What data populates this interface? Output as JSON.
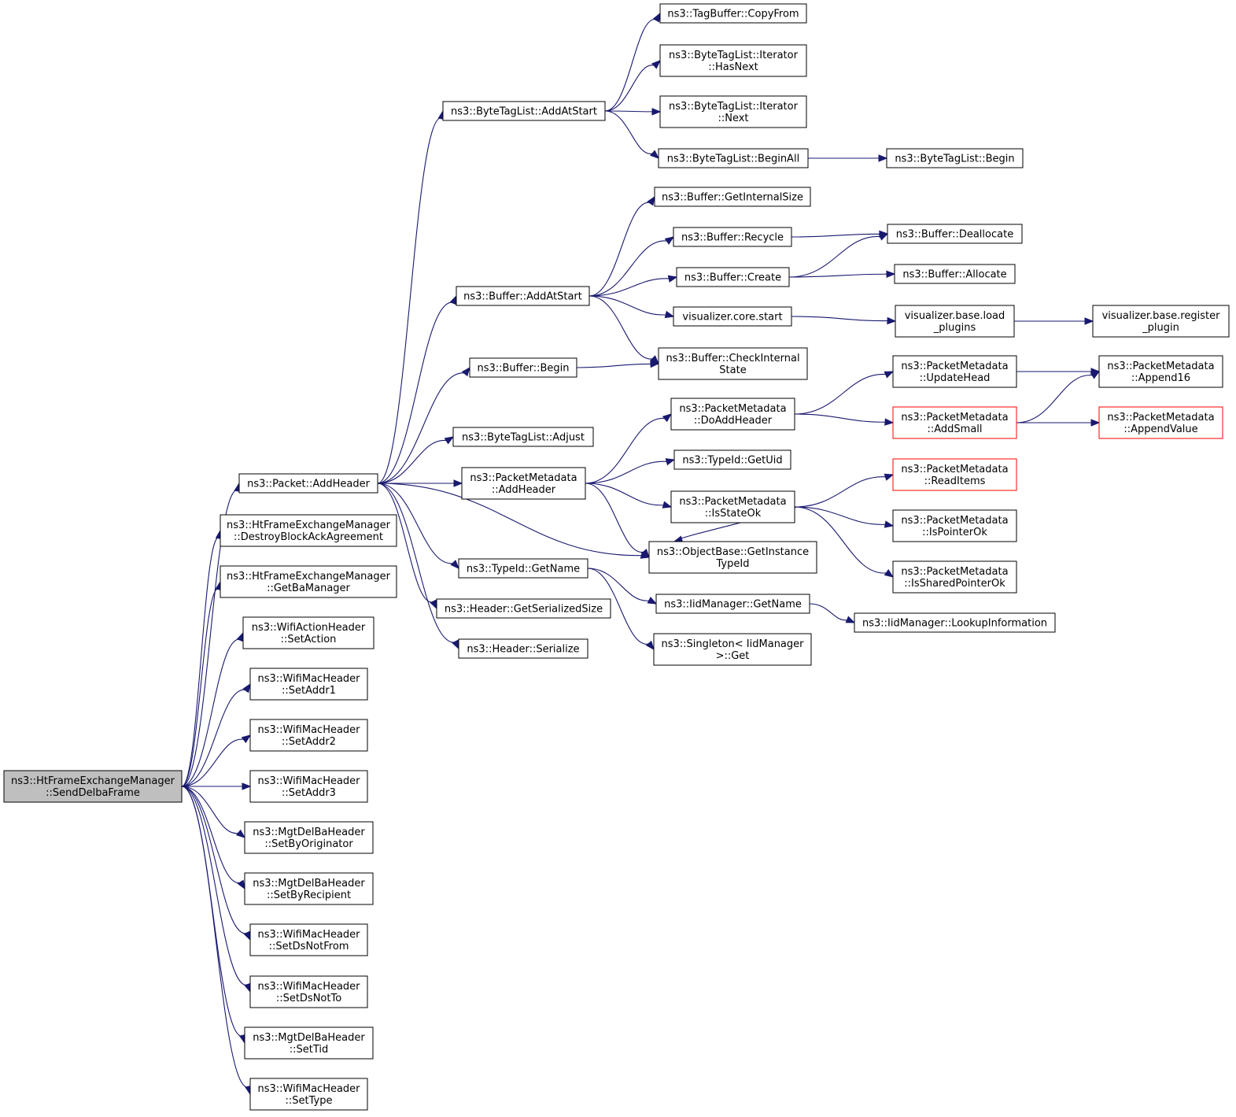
{
  "colors": {
    "edge": "#191970",
    "root_fill": "#bfbfbf",
    "truncated_border": "#ff0000",
    "node_border": "#000000"
  },
  "nodes": {
    "n0": {
      "lines": [
        "ns3::HtFrameExchangeManager",
        "::SendDelbaFrame"
      ],
      "kind": "root"
    },
    "n1": {
      "lines": [
        "ns3::Packet::AddHeader"
      ],
      "kind": "normal"
    },
    "n2": {
      "lines": [
        "ns3::HtFrameExchangeManager",
        "::DestroyBlockAckAgreement"
      ],
      "kind": "normal"
    },
    "n3": {
      "lines": [
        "ns3::HtFrameExchangeManager",
        "::GetBaManager"
      ],
      "kind": "normal"
    },
    "n4": {
      "lines": [
        "ns3::WifiActionHeader",
        "::SetAction"
      ],
      "kind": "normal"
    },
    "n5": {
      "lines": [
        "ns3::WifiMacHeader",
        "::SetAddr1"
      ],
      "kind": "normal"
    },
    "n6": {
      "lines": [
        "ns3::WifiMacHeader",
        "::SetAddr2"
      ],
      "kind": "normal"
    },
    "n7": {
      "lines": [
        "ns3::WifiMacHeader",
        "::SetAddr3"
      ],
      "kind": "normal"
    },
    "n8": {
      "lines": [
        "ns3::MgtDelBaHeader",
        "::SetByOriginator"
      ],
      "kind": "normal"
    },
    "n9": {
      "lines": [
        "ns3::MgtDelBaHeader",
        "::SetByRecipient"
      ],
      "kind": "normal"
    },
    "n10": {
      "lines": [
        "ns3::WifiMacHeader",
        "::SetDsNotFrom"
      ],
      "kind": "normal"
    },
    "n11": {
      "lines": [
        "ns3::WifiMacHeader",
        "::SetDsNotTo"
      ],
      "kind": "normal"
    },
    "n12": {
      "lines": [
        "ns3::MgtDelBaHeader",
        "::SetTid"
      ],
      "kind": "normal"
    },
    "n13": {
      "lines": [
        "ns3::WifiMacHeader",
        "::SetType"
      ],
      "kind": "normal"
    },
    "n14": {
      "lines": [
        "ns3::ByteTagList::AddAtStart"
      ],
      "kind": "normal"
    },
    "n15": {
      "lines": [
        "ns3::Buffer::AddAtStart"
      ],
      "kind": "normal"
    },
    "n16": {
      "lines": [
        "ns3::Buffer::Begin"
      ],
      "kind": "normal"
    },
    "n17": {
      "lines": [
        "ns3::ByteTagList::Adjust"
      ],
      "kind": "normal"
    },
    "n18": {
      "lines": [
        "ns3::PacketMetadata",
        "::AddHeader"
      ],
      "kind": "normal"
    },
    "n19": {
      "lines": [
        "ns3::TypeId::GetName"
      ],
      "kind": "normal"
    },
    "n20": {
      "lines": [
        "ns3::Header::GetSerializedSize"
      ],
      "kind": "normal"
    },
    "n21": {
      "lines": [
        "ns3::Header::Serialize"
      ],
      "kind": "normal"
    },
    "n22": {
      "lines": [
        "ns3::ObjectBase::GetInstance",
        "TypeId"
      ],
      "kind": "normal"
    },
    "n23": {
      "lines": [
        "ns3::TagBuffer::CopyFrom"
      ],
      "kind": "normal"
    },
    "n24": {
      "lines": [
        "ns3::ByteTagList::Iterator",
        "::HasNext"
      ],
      "kind": "normal"
    },
    "n25": {
      "lines": [
        "ns3::ByteTagList::Iterator",
        "::Next"
      ],
      "kind": "normal"
    },
    "n26": {
      "lines": [
        "ns3::ByteTagList::BeginAll"
      ],
      "kind": "normal"
    },
    "n27": {
      "lines": [
        "ns3::ByteTagList::Begin"
      ],
      "kind": "normal"
    },
    "n28": {
      "lines": [
        "ns3::Buffer::GetInternalSize"
      ],
      "kind": "normal"
    },
    "n29": {
      "lines": [
        "ns3::Buffer::Recycle"
      ],
      "kind": "normal"
    },
    "n30": {
      "lines": [
        "ns3::Buffer::Create"
      ],
      "kind": "normal"
    },
    "n31": {
      "lines": [
        "visualizer.core.start"
      ],
      "kind": "normal"
    },
    "n32": {
      "lines": [
        "ns3::Buffer::CheckInternal",
        "State"
      ],
      "kind": "normal"
    },
    "n33": {
      "lines": [
        "ns3::Buffer::Deallocate"
      ],
      "kind": "normal"
    },
    "n34": {
      "lines": [
        "ns3::Buffer::Allocate"
      ],
      "kind": "normal"
    },
    "n35": {
      "lines": [
        "visualizer.base.load",
        "_plugins"
      ],
      "kind": "normal"
    },
    "n36": {
      "lines": [
        "visualizer.base.register",
        "_plugin"
      ],
      "kind": "normal"
    },
    "n37": {
      "lines": [
        "ns3::PacketMetadata",
        "::DoAddHeader"
      ],
      "kind": "normal"
    },
    "n38": {
      "lines": [
        "ns3::TypeId::GetUid"
      ],
      "kind": "normal"
    },
    "n39": {
      "lines": [
        "ns3::PacketMetadata",
        "::IsStateOk"
      ],
      "kind": "normal"
    },
    "n40": {
      "lines": [
        "ns3::PacketMetadata",
        "::UpdateHead"
      ],
      "kind": "normal"
    },
    "n41": {
      "lines": [
        "ns3::PacketMetadata",
        "::AddSmall"
      ],
      "kind": "truncated"
    },
    "n42": {
      "lines": [
        "ns3::PacketMetadata",
        "::Append16"
      ],
      "kind": "normal"
    },
    "n43": {
      "lines": [
        "ns3::PacketMetadata",
        "::AppendValue"
      ],
      "kind": "truncated"
    },
    "n44": {
      "lines": [
        "ns3::PacketMetadata",
        "::ReadItems"
      ],
      "kind": "truncated"
    },
    "n45": {
      "lines": [
        "ns3::PacketMetadata",
        "::IsPointerOk"
      ],
      "kind": "normal"
    },
    "n46": {
      "lines": [
        "ns3::PacketMetadata",
        "::IsSharedPointerOk"
      ],
      "kind": "normal"
    },
    "n47": {
      "lines": [
        "ns3::IidManager::GetName"
      ],
      "kind": "normal"
    },
    "n48": {
      "lines": [
        "ns3::Singleton< IidManager",
        " >::Get"
      ],
      "kind": "normal"
    },
    "n49": {
      "lines": [
        "ns3::IidManager::LookupInformation"
      ],
      "kind": "normal"
    }
  },
  "edges": [
    [
      "n0",
      "n1"
    ],
    [
      "n0",
      "n2"
    ],
    [
      "n0",
      "n3"
    ],
    [
      "n0",
      "n4"
    ],
    [
      "n0",
      "n5"
    ],
    [
      "n0",
      "n6"
    ],
    [
      "n0",
      "n7"
    ],
    [
      "n0",
      "n8"
    ],
    [
      "n0",
      "n9"
    ],
    [
      "n0",
      "n10"
    ],
    [
      "n0",
      "n11"
    ],
    [
      "n0",
      "n12"
    ],
    [
      "n0",
      "n13"
    ],
    [
      "n1",
      "n14"
    ],
    [
      "n1",
      "n15"
    ],
    [
      "n1",
      "n16"
    ],
    [
      "n1",
      "n17"
    ],
    [
      "n1",
      "n18"
    ],
    [
      "n1",
      "n19"
    ],
    [
      "n1",
      "n20"
    ],
    [
      "n1",
      "n21"
    ],
    [
      "n1",
      "n22"
    ],
    [
      "n14",
      "n23"
    ],
    [
      "n14",
      "n24"
    ],
    [
      "n14",
      "n25"
    ],
    [
      "n14",
      "n26"
    ],
    [
      "n26",
      "n27"
    ],
    [
      "n15",
      "n28"
    ],
    [
      "n15",
      "n29"
    ],
    [
      "n15",
      "n30"
    ],
    [
      "n15",
      "n31"
    ],
    [
      "n15",
      "n32"
    ],
    [
      "n29",
      "n33"
    ],
    [
      "n30",
      "n33"
    ],
    [
      "n30",
      "n34"
    ],
    [
      "n31",
      "n35"
    ],
    [
      "n35",
      "n36"
    ],
    [
      "n16",
      "n32"
    ],
    [
      "n18",
      "n37"
    ],
    [
      "n18",
      "n38"
    ],
    [
      "n18",
      "n39"
    ],
    [
      "n18",
      "n22"
    ],
    [
      "n37",
      "n40"
    ],
    [
      "n37",
      "n41"
    ],
    [
      "n40",
      "n42"
    ],
    [
      "n41",
      "n42"
    ],
    [
      "n41",
      "n43"
    ],
    [
      "n39",
      "n44"
    ],
    [
      "n39",
      "n45"
    ],
    [
      "n39",
      "n46"
    ],
    [
      "n39",
      "n22"
    ],
    [
      "n19",
      "n47"
    ],
    [
      "n19",
      "n48"
    ],
    [
      "n47",
      "n49"
    ]
  ]
}
